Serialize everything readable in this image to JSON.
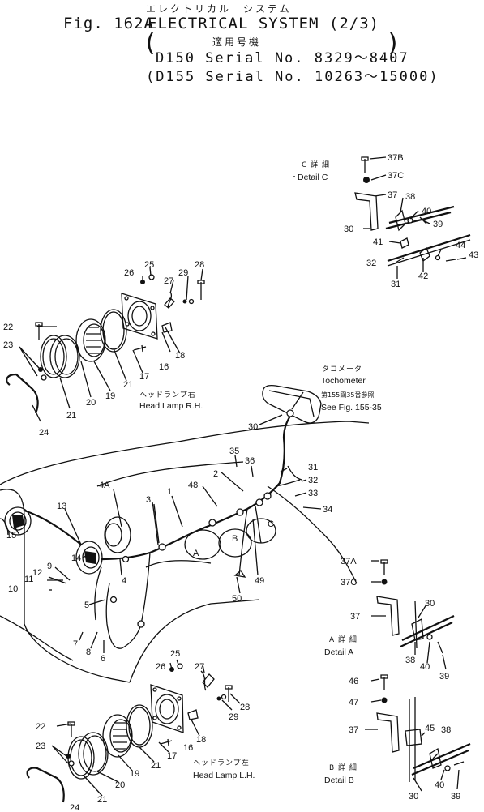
{
  "header": {
    "title_jp": "エレクトリカル　システム",
    "fig_label": "Fig. 162A",
    "title": "ELECTRICAL SYSTEM (2/3)",
    "applicable_jp": "適用号機",
    "serial_d150": "D150 Serial No. 8329～8407",
    "serial_d155": "(D155 Serial No. 10263～15000)"
  },
  "labels": {
    "detail_c_jp": "C 詳 細",
    "detail_c": "Detail C",
    "detail_a_jp": "A 詳 細",
    "detail_a": "Detail A",
    "detail_b_jp": "B 詳 細",
    "detail_b": "Detail B",
    "tacho_jp": "タコメータ",
    "tacho": "Tochometer",
    "tacho_ref_jp": "第155図35番参照",
    "tacho_ref": "See Fig. 155-35",
    "headlamp_rh_jp": "ヘッドランプ右",
    "headlamp_rh": "Head Lamp R.H.",
    "headlamp_lh_jp": "ヘッドランプ左",
    "headlamp_lh": "Head Lamp L.H."
  },
  "part_numbers": {
    "p1": "1",
    "p2": "2",
    "p3": "3",
    "p4": "4",
    "p4a": "4A",
    "p5": "5",
    "p6": "6",
    "p7": "7",
    "p8": "8",
    "p9": "9",
    "p10": "10",
    "p11": "11",
    "p12": "12",
    "p13": "13",
    "p14": "14",
    "p15": "15",
    "p16": "16",
    "p17": "17",
    "p18": "18",
    "p19": "19",
    "p20": "20",
    "p21": "21",
    "p22": "22",
    "p23": "23",
    "p24": "24",
    "p25": "25",
    "p26": "26",
    "p27": "27",
    "p28": "28",
    "p29": "29",
    "p30": "30",
    "p31": "31",
    "p32": "32",
    "p33": "33",
    "p34": "34",
    "p35": "35",
    "p36": "36",
    "p37": "37",
    "p37a": "37A",
    "p37b": "37B",
    "p37c": "37C",
    "p38": "38",
    "p39": "39",
    "p40": "40",
    "p41": "41",
    "p42": "42",
    "p43": "43",
    "p44": "44",
    "p45": "45",
    "p46": "46",
    "p47": "47",
    "p48": "48",
    "p49": "49",
    "p50": "50",
    "A": "A",
    "B": "B",
    "C": "C"
  }
}
